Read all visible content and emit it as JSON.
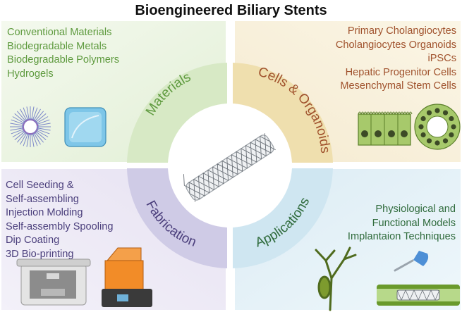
{
  "title": "Bioengineered Biliary Stents",
  "colors": {
    "materials": "#5e9a3e",
    "cells": "#a0522d",
    "fabrication": "#4b3f7c",
    "applications": "#2f6b3c"
  },
  "quadrants": {
    "materials": {
      "label": "Materials",
      "items": [
        "Conventional Materials",
        "Biodegradable Metals",
        "Biodegradable Polymers",
        "Hydrogels"
      ],
      "icons": [
        "micelle-icon",
        "hydrogel-block-icon"
      ]
    },
    "cells": {
      "label": "Cells & Organoids",
      "items": [
        "Primary Cholangiocytes",
        "Cholangiocytes Organoids",
        "iPSCs",
        "Hepatic Progenitor Cells",
        "Mesenchymal Stem Cells"
      ],
      "icons": [
        "epithelial-cells-icon",
        "organoid-icon"
      ]
    },
    "fabrication": {
      "label": "Fabrication",
      "items": [
        "Cell Seeding &",
        "Self-assembling",
        "Injection Molding",
        "Self-assembly Spooling",
        "Dip Coating",
        "3D Bio-printing"
      ],
      "icons": [
        "3d-printer-icon",
        "resin-printer-icon"
      ]
    },
    "applications": {
      "label": "Applications",
      "items": [
        "Physiological and",
        "Functional Models",
        "Implantaion Techniques"
      ],
      "icons": [
        "biliary-tree-icon",
        "scalpel-hand-icon",
        "stent-in-duct-icon"
      ]
    }
  }
}
